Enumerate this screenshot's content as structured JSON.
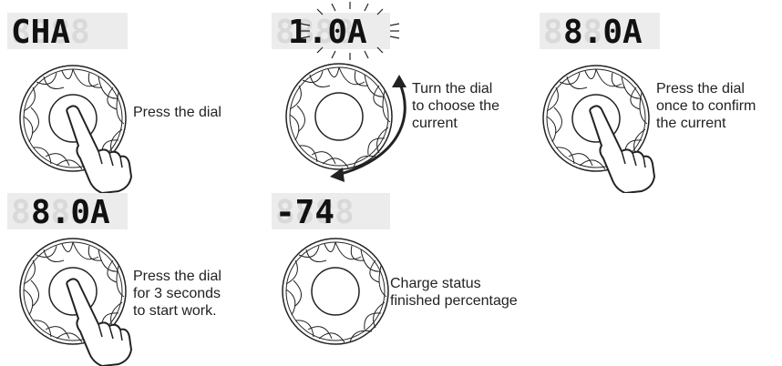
{
  "steps": [
    {
      "display": "CHA",
      "caption": "Press the dial"
    },
    {
      "display": "1.0A",
      "caption": "Turn the dial\nto choose the\ncurrent"
    },
    {
      "display": "8.0A",
      "caption": "Press the dial\nonce to confirm\nthe current"
    },
    {
      "display": "8.0A",
      "caption": "Press the dial\nfor 3 seconds\nto start work."
    },
    {
      "display": "-74",
      "caption": "Charge status\nfinished percentage"
    }
  ],
  "colors": {
    "ink": "#222222",
    "lcd_bg": "#ececec",
    "lcd_ghost": "#d9d9d9"
  }
}
